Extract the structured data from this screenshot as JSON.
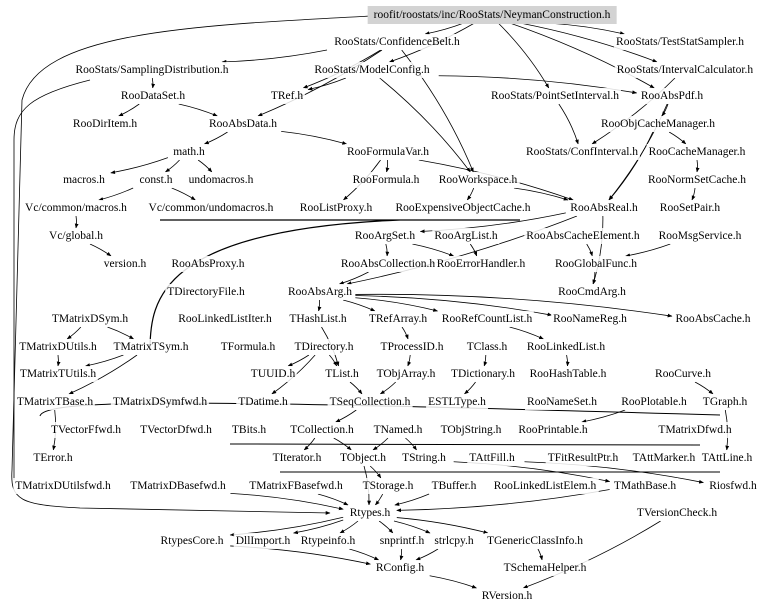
{
  "graph": {
    "root": "roofit/roostats/inc/RooStats/NeymanConstruction.h",
    "nodes": [
      "roofit/roostats/inc/RooStats/NeymanConstruction.h",
      "RooStats/ConfidenceBelt.h",
      "RooStats/TestStatSampler.h",
      "RooStats/SamplingDistribution.h",
      "RooStats/ModelConfig.h",
      "RooStats/IntervalCalculator.h",
      "RooDataSet.h",
      "TRef.h",
      "RooStats/PointSetInterval.h",
      "RooAbsPdf.h",
      "RooDirItem.h",
      "RooAbsData.h",
      "RooObjCacheManager.h",
      "math.h",
      "RooFormulaVar.h",
      "RooStats/ConfInterval.h",
      "RooCacheManager.h",
      "macros.h",
      "const.h",
      "undomacros.h",
      "RooFormula.h",
      "RooWorkspace.h",
      "RooNormSetCache.h",
      "Vc/common/macros.h",
      "Vc/common/undomacros.h",
      "RooListProxy.h",
      "RooExpensiveObjectCache.h",
      "RooAbsReal.h",
      "RooSetPair.h",
      "Vc/global.h",
      "RooArgSet.h",
      "RooArgList.h",
      "RooAbsCacheElement.h",
      "RooMsgService.h",
      "version.h",
      "RooAbsProxy.h",
      "RooAbsCollection.h",
      "RooErrorHandler.h",
      "RooGlobalFunc.h",
      "TDirectoryFile.h",
      "RooAbsArg.h",
      "RooCmdArg.h",
      "TMatrixDSym.h",
      "RooLinkedListIter.h",
      "THashList.h",
      "TRefArray.h",
      "RooRefCountList.h",
      "RooNameReg.h",
      "RooAbsCache.h",
      "TMatrixDUtils.h",
      "TMatrixTSym.h",
      "TFormula.h",
      "TDirectory.h",
      "TProcessID.h",
      "TClass.h",
      "RooLinkedList.h",
      "TMatrixTUtils.h",
      "TUUID.h",
      "TList.h",
      "TObjArray.h",
      "TDictionary.h",
      "RooHashTable.h",
      "RooCurve.h",
      "TMatrixTBase.h",
      "TMatrixDSymfwd.h",
      "TDatime.h",
      "TSeqCollection.h",
      "ESTLType.h",
      "RooNameSet.h",
      "RooPlotable.h",
      "TGraph.h",
      "TVectorFfwd.h",
      "TVectorDfwd.h",
      "TBits.h",
      "TCollection.h",
      "TNamed.h",
      "TObjString.h",
      "RooPrintable.h",
      "TMatrixDfwd.h",
      "TError.h",
      "TIterator.h",
      "TObject.h",
      "TString.h",
      "TAttFill.h",
      "TFitResultPtr.h",
      "TAttMarker.h",
      "TAttLine.h",
      "TMatrixDUtilsfwd.h",
      "TMatrixDBasefwd.h",
      "TMatrixFBasefwd.h",
      "TStorage.h",
      "TBuffer.h",
      "RooLinkedListElem.h",
      "TMathBase.h",
      "Riosfwd.h",
      "Rtypes.h",
      "TVersionCheck.h",
      "RtypesCore.h",
      "DllImport.h",
      "Rtypeinfo.h",
      "snprintf.h",
      "strlcpy.h",
      "TGenericClassInfo.h",
      "RConfig.h",
      "TSchemaHelper.h",
      "RVersion.h"
    ],
    "edges": [
      [
        "roofit/roostats/inc/RooStats/NeymanConstruction.h",
        "RooStats/ConfidenceBelt.h"
      ],
      [
        "roofit/roostats/inc/RooStats/NeymanConstruction.h",
        "RooStats/TestStatSampler.h"
      ],
      [
        "roofit/roostats/inc/RooStats/NeymanConstruction.h",
        "RooStats/IntervalCalculator.h"
      ],
      [
        "roofit/roostats/inc/RooStats/NeymanConstruction.h",
        "RooStats/ModelConfig.h"
      ],
      [
        "roofit/roostats/inc/RooStats/NeymanConstruction.h",
        "RooStats/PointSetInterval.h"
      ],
      [
        "roofit/roostats/inc/RooStats/NeymanConstruction.h",
        "RooAbsPdf.h"
      ],
      [
        "RooStats/ConfidenceBelt.h",
        "RooStats/SamplingDistribution.h"
      ],
      [
        "RooStats/ConfidenceBelt.h",
        "TRef.h"
      ],
      [
        "RooStats/ConfidenceBelt.h",
        "RooAbsData.h"
      ],
      [
        "RooStats/ConfidenceBelt.h",
        "RooWorkspace.h"
      ],
      [
        "RooStats/ModelConfig.h",
        "TRef.h"
      ],
      [
        "RooStats/ModelConfig.h",
        "RooAbsPdf.h"
      ],
      [
        "RooStats/ModelConfig.h",
        "RooWorkspace.h"
      ],
      [
        "RooStats/SamplingDistribution.h",
        "RooDataSet.h"
      ],
      [
        "RooDataSet.h",
        "RooDirItem.h"
      ],
      [
        "RooDataSet.h",
        "RooAbsData.h"
      ],
      [
        "RooAbsData.h",
        "math.h"
      ],
      [
        "RooAbsData.h",
        "RooFormulaVar.h"
      ],
      [
        "math.h",
        "macros.h"
      ],
      [
        "math.h",
        "const.h"
      ],
      [
        "math.h",
        "undomacros.h"
      ],
      [
        "const.h",
        "Vc/common/macros.h"
      ],
      [
        "const.h",
        "Vc/common/undomacros.h"
      ],
      [
        "Vc/common/macros.h",
        "Vc/global.h"
      ],
      [
        "Vc/global.h",
        "version.h"
      ],
      [
        "RooFormulaVar.h",
        "RooFormula.h"
      ],
      [
        "RooFormulaVar.h",
        "RooListProxy.h"
      ],
      [
        "RooFormulaVar.h",
        "RooAbsReal.h"
      ],
      [
        "RooStats/PointSetInterval.h",
        "RooStats/ConfInterval.h"
      ],
      [
        "RooStats/IntervalCalculator.h",
        "RooStats/ConfInterval.h"
      ],
      [
        "RooAbsPdf.h",
        "RooObjCacheManager.h"
      ],
      [
        "RooAbsPdf.h",
        "RooAbsReal.h"
      ],
      [
        "RooObjCacheManager.h",
        "RooCacheManager.h"
      ],
      [
        "RooObjCacheManager.h",
        "RooAbsReal.h"
      ],
      [
        "RooCacheManager.h",
        "RooNormSetCache.h"
      ],
      [
        "RooNormSetCache.h",
        "RooSetPair.h"
      ],
      [
        "RooWorkspace.h",
        "RooExpensiveObjectCache.h"
      ],
      [
        "RooWorkspace.h",
        "RooAbsReal.h"
      ],
      [
        "RooAbsReal.h",
        "RooArgSet.h"
      ],
      [
        "RooAbsReal.h",
        "RooAbsArg.h"
      ],
      [
        "RooAbsReal.h",
        "RooCmdArg.h"
      ],
      [
        "RooArgSet.h",
        "RooAbsCollection.h"
      ],
      [
        "RooArgSet.h",
        "RooErrorHandler.h"
      ],
      [
        "RooArgList.h",
        "RooErrorHandler.h"
      ],
      [
        "RooAbsCollection.h",
        "RooAbsArg.h"
      ],
      [
        "RooAbsCacheElement.h",
        "RooGlobalFunc.h"
      ],
      [
        "RooGlobalFunc.h",
        "RooCmdArg.h"
      ],
      [
        "RooMsgService.h",
        "RooGlobalFunc.h"
      ],
      [
        "RooAbsArg.h",
        "THashList.h"
      ],
      [
        "RooAbsArg.h",
        "TRefArray.h"
      ],
      [
        "RooAbsArg.h",
        "RooRefCountList.h"
      ],
      [
        "RooAbsArg.h",
        "RooNameReg.h"
      ],
      [
        "RooAbsArg.h",
        "RooAbsCache.h"
      ],
      [
        "RooRefCountList.h",
        "RooLinkedList.h"
      ],
      [
        "RooLinkedList.h",
        "RooHashTable.h"
      ],
      [
        "TRefArray.h",
        "TProcessID.h"
      ],
      [
        "TProcessID.h",
        "TObjArray.h"
      ],
      [
        "TClass.h",
        "TDictionary.h"
      ],
      [
        "TDictionary.h",
        "ESTLType.h"
      ],
      [
        "THashList.h",
        "TList.h"
      ],
      [
        "TDirectory.h",
        "TUUID.h"
      ],
      [
        "TDirectory.h",
        "TList.h"
      ],
      [
        "TDirectory.h",
        "TDatime.h"
      ],
      [
        "TList.h",
        "TSeqCollection.h"
      ],
      [
        "TObjArray.h",
        "TSeqCollection.h"
      ],
      [
        "TSeqCollection.h",
        "TCollection.h"
      ],
      [
        "TCollection.h",
        "TObject.h"
      ],
      [
        "TCollection.h",
        "TIterator.h"
      ],
      [
        "TNamed.h",
        "TObject.h"
      ],
      [
        "TNamed.h",
        "TString.h"
      ],
      [
        "TObject.h",
        "TStorage.h"
      ],
      [
        "TObject.h",
        "Rtypes.h"
      ],
      [
        "TString.h",
        "TMathBase.h"
      ],
      [
        "TStorage.h",
        "Rtypes.h"
      ],
      [
        "TBuffer.h",
        "Rtypes.h"
      ],
      [
        "TMathBase.h",
        "Rtypes.h"
      ],
      [
        "RooPlotable.h",
        "RooPrintable.h"
      ],
      [
        "RooCurve.h",
        "TGraph.h"
      ],
      [
        "TGraph.h",
        "TAttLine.h"
      ],
      [
        "TAttFill.h",
        "Riosfwd.h"
      ],
      [
        "TMatrixDSym.h",
        "TMatrixDUtils.h"
      ],
      [
        "TMatrixDSym.h",
        "TMatrixTSym.h"
      ],
      [
        "TMatrixDUtils.h",
        "TMatrixTUtils.h"
      ],
      [
        "TMatrixTSym.h",
        "TMatrixTUtils.h"
      ],
      [
        "TMatrixTSym.h",
        "TMatrixTBase.h"
      ],
      [
        "TMatrixTBase.h",
        "TError.h"
      ],
      [
        "TMatrixDBasefwd.h",
        "Rtypes.h"
      ],
      [
        "TMatrixFBasefwd.h",
        "Rtypes.h"
      ],
      [
        "Rtypes.h",
        "RtypesCore.h"
      ],
      [
        "Rtypes.h",
        "DllImport.h"
      ],
      [
        "Rtypes.h",
        "Rtypeinfo.h"
      ],
      [
        "Rtypes.h",
        "snprintf.h"
      ],
      [
        "Rtypes.h",
        "strlcpy.h"
      ],
      [
        "Rtypes.h",
        "TGenericClassInfo.h"
      ],
      [
        "RtypesCore.h",
        "RConfig.h"
      ],
      [
        "Rtypeinfo.h",
        "RConfig.h"
      ],
      [
        "snprintf.h",
        "RConfig.h"
      ],
      [
        "strlcpy.h",
        "RConfig.h"
      ],
      [
        "TGenericClassInfo.h",
        "TSchemaHelper.h"
      ],
      [
        "RConfig.h",
        "RVersion.h"
      ],
      [
        "TVersionCheck.h",
        "RVersion.h"
      ]
    ]
  },
  "colors": {
    "root_fill": "#d3d3d3",
    "edge": "#000000"
  }
}
